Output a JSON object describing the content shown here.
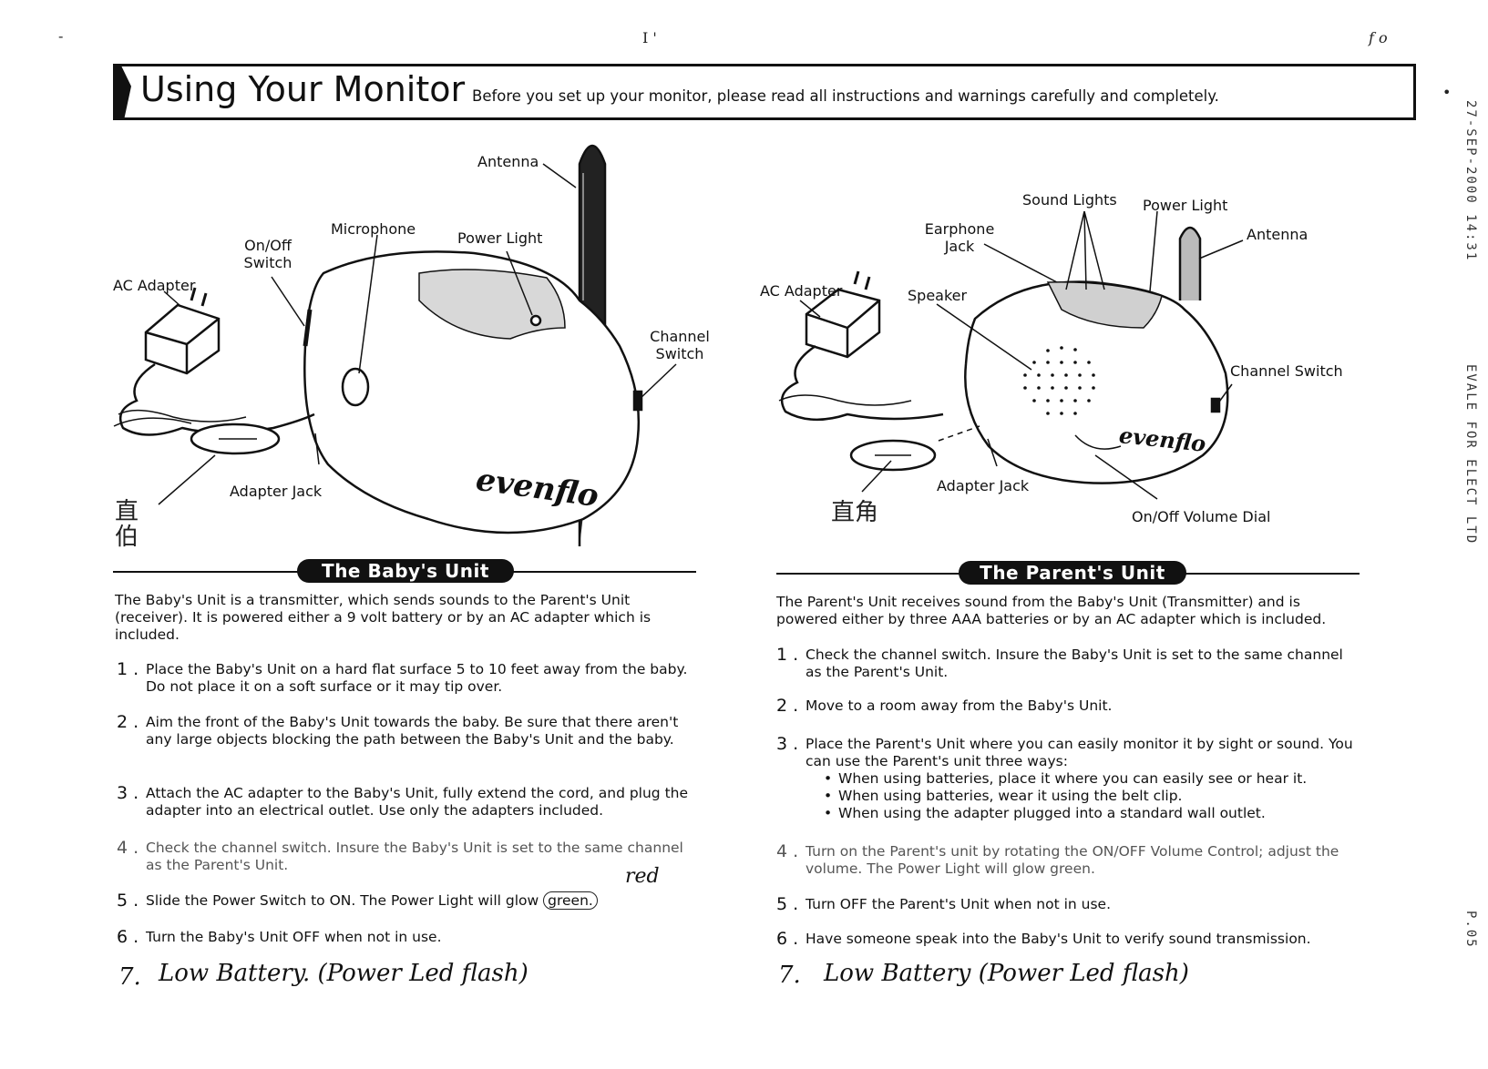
{
  "scan_marks": {
    "top_left": "-",
    "top_center": "I '",
    "top_right": "f o",
    "dot": "•"
  },
  "side_stamp": {
    "upper": "27-SEP-2000 14:31",
    "middle": "EVALE FOR ELECT LTD",
    "lower": "P.05"
  },
  "header": {
    "title": "Using Your Monitor",
    "subtitle": "Before you set up your monitor, please read all instructions and warnings carefully and completely."
  },
  "baby_diagram": {
    "antenna": "Antenna",
    "microphone": "Microphone",
    "power_light": "Power Light",
    "on_off_switch": "On/Off\nSwitch",
    "ac_adapter": "AC Adapter",
    "channel_switch": "Channel\nSwitch",
    "adapter_jack": "Adapter Jack",
    "brand": "evenflo",
    "handwritten_note": "直\n伯"
  },
  "parent_diagram": {
    "sound_lights": "Sound Lights",
    "power_light": "Power Light",
    "earphone_jack": "Earphone\nJack",
    "antenna": "Antenna",
    "ac_adapter": "AC Adapter",
    "speaker": "Speaker",
    "channel_switch": "Channel Switch",
    "adapter_jack": "Adapter Jack",
    "on_off_volume_dial": "On/Off Volume Dial",
    "brand": "evenflo",
    "handwritten_note": "直角"
  },
  "baby_section": {
    "banner": "The Baby's Unit",
    "intro": "The Baby's Unit is a transmitter, which sends sounds to the Parent's Unit (receiver). It is powered either a 9 volt battery or by an AC adapter which is included.",
    "steps": [
      {
        "num": "1 .",
        "text": "Place the Baby's Unit on a hard flat surface 5 to 10 feet away from the baby.  Do not place it on a soft surface or it may tip over."
      },
      {
        "num": "2 .",
        "text": "Aim the front of the Baby's Unit towards the baby.  Be sure that there aren't any large objects blocking the path between the Baby's Unit and the baby."
      },
      {
        "num": "3 .",
        "text": "Attach the AC adapter to the Baby's Unit, fully extend the cord, and plug the adapter into an electrical outlet.  Use only the adapters included."
      },
      {
        "num": "4 .",
        "text": "Check the channel switch.  Insure the Baby's Unit is set to the same channel as the Parent's Unit."
      },
      {
        "num": "5 .",
        "text_before": "Slide the Power Switch to ON.  The Power Light will glow ",
        "text_circled": "green.",
        "annotation": "red"
      },
      {
        "num": "6 .",
        "text": "Turn the Baby's Unit OFF when not in use."
      },
      {
        "num": "7.",
        "text": "Low Battery. (Power Led flash)"
      }
    ]
  },
  "parent_section": {
    "banner": "The Parent's Unit",
    "intro": "The Parent's Unit receives sound from the Baby's Unit (Transmitter) and is powered either by three AAA batteries or by an AC adapter which is included.",
    "steps": [
      {
        "num": "1 .",
        "text": "Check the channel switch.  Insure the Baby's Unit is set to the same channel as the Parent's Unit."
      },
      {
        "num": "2 .",
        "text": "Move to a room away from the Baby's Unit."
      },
      {
        "num": "3 .",
        "text": "Place the Parent's Unit where you can easily monitor it by sight or sound. You can use the Parent's unit three ways:",
        "bullets": [
          "When using batteries, place it where you can easily see or hear it.",
          "When using batteries, wear it using the belt clip.",
          "When using the adapter plugged into a standard wall outlet."
        ]
      },
      {
        "num": "4 .",
        "text": "Turn on the Parent's unit by rotating the ON/OFF Volume Control; adjust the volume.  The Power Light will glow green."
      },
      {
        "num": "5 .",
        "text": "Turn OFF the Parent's Unit when not in use."
      },
      {
        "num": "6 .",
        "text": "Have someone speak into the Baby's Unit to verify sound transmission."
      },
      {
        "num": "7.",
        "text": "Low Battery (Power Led flash)"
      }
    ]
  }
}
